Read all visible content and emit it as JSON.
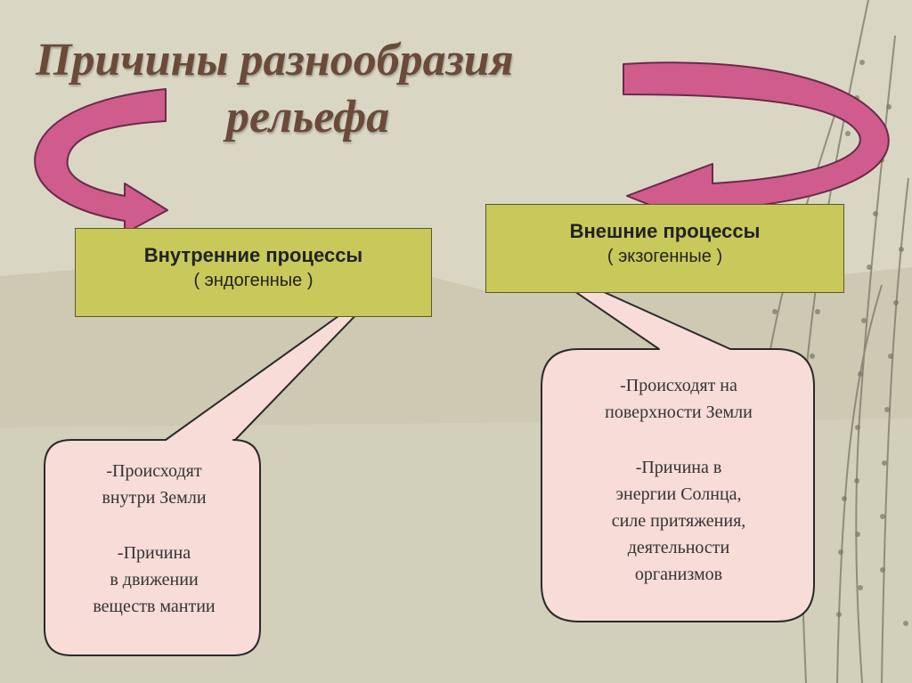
{
  "title": {
    "line1": "Причины  разнообразия",
    "line2": "рельефа"
  },
  "endogenous": {
    "heading": "Внутренние процессы",
    "subheading": "( эндогенные )",
    "callout": {
      "p1_l1": "-Происходят",
      "p1_l2": "внутри Земли",
      "p2_l1": "-Причина",
      "p2_l2": "в движении",
      "p2_l3": "веществ мантии"
    }
  },
  "exogenous": {
    "heading": "Внешние процессы",
    "subheading": "( экзогенные )",
    "callout": {
      "p1_l1": "-Происходят на",
      "p1_l2": "поверхности Земли",
      "p2_l1": "-Причина в",
      "p2_l2": "энергии Солнца,",
      "p2_l3": "силе притяжения,",
      "p2_l4": "деятельности",
      "p2_l5": "организмов"
    }
  },
  "colors": {
    "background": "#d9d7c4",
    "title": "#6b4a3a",
    "box_fill": "#c8c95a",
    "callout_fill": "#f7dcd7",
    "arrow_fill": "#cf5c8c",
    "arrow_stroke": "#6a2a4a"
  }
}
